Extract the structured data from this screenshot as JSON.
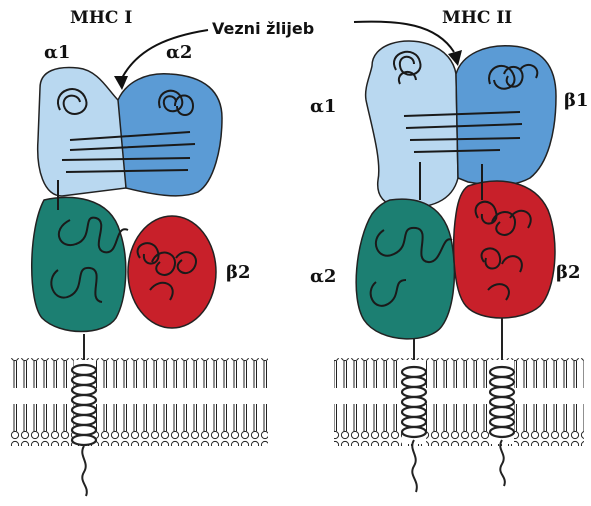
{
  "groove_label": "Vezni žlijeb",
  "mhc1": {
    "title": "MHC I",
    "alpha1": "α1",
    "alpha2": "α2",
    "beta2": "β2"
  },
  "mhc2": {
    "title": "MHC II",
    "alpha1": "α1",
    "beta1": "β1",
    "alpha2": "α2",
    "beta2": "β2"
  },
  "colors": {
    "light_blue": "#b9d8f0",
    "mid_blue": "#5b9bd5",
    "teal": "#1c7f72",
    "red": "#c8202a",
    "outline": "#222222",
    "membrane": "#e6e6e6"
  }
}
